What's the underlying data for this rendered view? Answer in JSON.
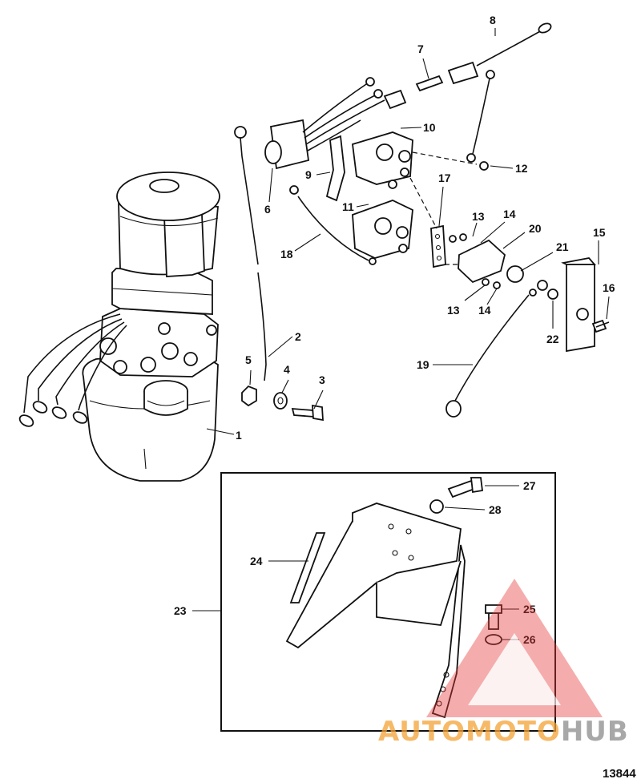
{
  "callouts": [
    {
      "n": "1"
    },
    {
      "n": "2"
    },
    {
      "n": "3"
    },
    {
      "n": "4"
    },
    {
      "n": "5"
    },
    {
      "n": "6"
    },
    {
      "n": "7"
    },
    {
      "n": "8"
    },
    {
      "n": "9"
    },
    {
      "n": "10"
    },
    {
      "n": "11"
    },
    {
      "n": "12"
    },
    {
      "n": "13"
    },
    {
      "n": "14"
    },
    {
      "n": "15"
    },
    {
      "n": "16"
    },
    {
      "n": "17"
    },
    {
      "n": "18"
    },
    {
      "n": "19"
    },
    {
      "n": "20"
    },
    {
      "n": "21"
    },
    {
      "n": "22"
    },
    {
      "n": "13"
    },
    {
      "n": "14"
    },
    {
      "n": "23"
    },
    {
      "n": "24"
    },
    {
      "n": "25"
    },
    {
      "n": "26"
    },
    {
      "n": "27"
    },
    {
      "n": "28"
    }
  ],
  "reference_number": "13844",
  "watermark": {
    "auto": "AUTO",
    "moto": "MOTO",
    "hub": "HUB",
    "color_orange": "#f4a235",
    "color_grey": "#8c8c8c",
    "color_triangle": "#e53935"
  }
}
